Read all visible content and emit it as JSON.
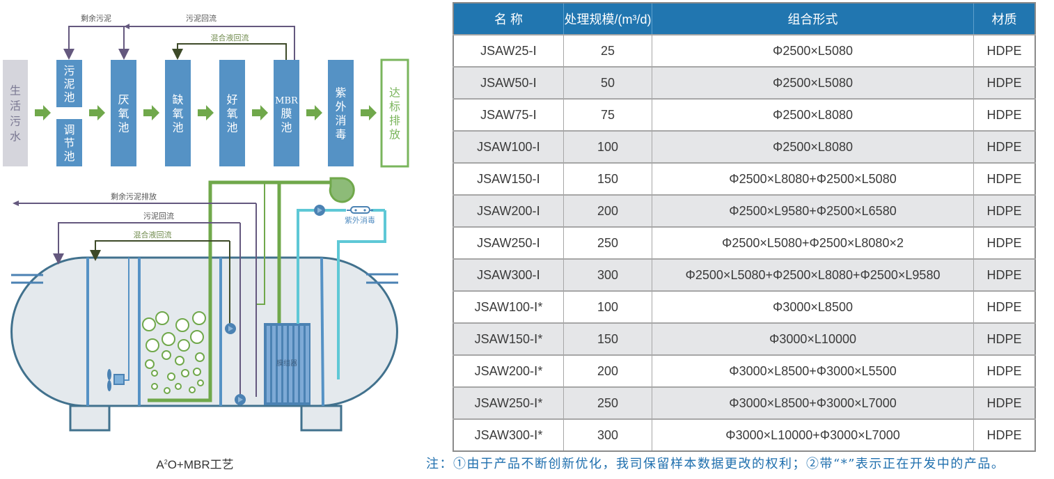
{
  "process_flow": {
    "labels": {
      "excess_sludge": "剩余污泥",
      "sludge_return": "污泥回流",
      "mixed_liquor_return": "混合液回流"
    },
    "stages": [
      {
        "id": "raw",
        "chars": [
          "生",
          "活",
          "污",
          "水"
        ]
      },
      {
        "id": "sludge-tank",
        "chars": [
          "污",
          "泥",
          "池"
        ]
      },
      {
        "id": "equalization-tank",
        "chars": [
          "调",
          "节",
          "池"
        ]
      },
      {
        "id": "anaerobic-tank",
        "chars": [
          "厌",
          "氧",
          "池"
        ]
      },
      {
        "id": "anoxic-tank",
        "chars": [
          "缺",
          "氧",
          "池"
        ]
      },
      {
        "id": "aerobic-tank",
        "chars": [
          "好",
          "氧",
          "池"
        ]
      },
      {
        "id": "mbr-tank",
        "chars": [
          "MBR",
          "膜",
          "池"
        ]
      },
      {
        "id": "uv-disinfection",
        "chars": [
          "紫",
          "外",
          "消",
          "毒"
        ]
      },
      {
        "id": "discharge",
        "chars": [
          "达",
          "标",
          "排",
          "放"
        ]
      }
    ]
  },
  "tank_diagram": {
    "labels": {
      "excess_sludge_discharge": "剩余污泥排放",
      "sludge_return": "污泥回流",
      "mixed_liquor_return": "混合液回流",
      "uv_disinfection": "紫外消毒",
      "membrane_module": "膜组器"
    },
    "caption": {
      "prefix": "A",
      "sup": "2",
      "suffix": "O+MBR工艺"
    }
  },
  "table": {
    "headers": [
      "名 称",
      "处理规模/(m³/d)",
      "组合形式",
      "材质"
    ],
    "rows": [
      [
        "JSAW25-Ⅰ",
        "25",
        "Φ2500×L5080",
        "HDPE"
      ],
      [
        "JSAW50-Ⅰ",
        "50",
        "Φ2500×L5080",
        "HDPE"
      ],
      [
        "JSAW75-Ⅰ",
        "75",
        "Φ2500×L8080",
        "HDPE"
      ],
      [
        "JSAW100-Ⅰ",
        "100",
        "Φ2500×L8080",
        "HDPE"
      ],
      [
        "JSAW150-Ⅰ",
        "150",
        "Φ2500×L8080+Φ2500×L5080",
        "HDPE"
      ],
      [
        "JSAW200-Ⅰ",
        "200",
        "Φ2500×L9580+Φ2500×L6580",
        "HDPE"
      ],
      [
        "JSAW250-Ⅰ",
        "250",
        "Φ2500×L5080+Φ2500×L8080×2",
        "HDPE"
      ],
      [
        "JSAW300-Ⅰ",
        "300",
        "Φ2500×L5080+Φ2500×L8080+Φ2500×L9580",
        "HDPE"
      ],
      [
        "JSAW100-Ⅰ*",
        "100",
        "Φ3000×L8500",
        "HDPE"
      ],
      [
        "JSAW150-Ⅰ*",
        "150",
        "Φ3000×L10000",
        "HDPE"
      ],
      [
        "JSAW200-Ⅰ*",
        "200",
        "Φ3000×L8500+Φ3000×L5500",
        "HDPE"
      ],
      [
        "JSAW250-Ⅰ*",
        "250",
        "Φ3000×L8500+Φ3000×L7000",
        "HDPE"
      ],
      [
        "JSAW300-Ⅰ*",
        "300",
        "Φ3000×L10000+Φ3000×L7000",
        "HDPE"
      ]
    ]
  },
  "note": "注：①由于产品不断创新优化，我司保留样本数据更改的权利；②带“*”表示正在开发中的产品。",
  "colors": {
    "tank_blue": "#5592c5",
    "raw_gray": "#d5d5dc",
    "arrow_green": "#70a84b",
    "discharge_green": "#7ab55c",
    "sludge_purple": "#64587e",
    "mixed_liquor_dark_green": "#3d4a28",
    "header_blue": "#2176b0",
    "uv_cyan": "#5ec8d6",
    "note_blue": "#1f6fae"
  }
}
